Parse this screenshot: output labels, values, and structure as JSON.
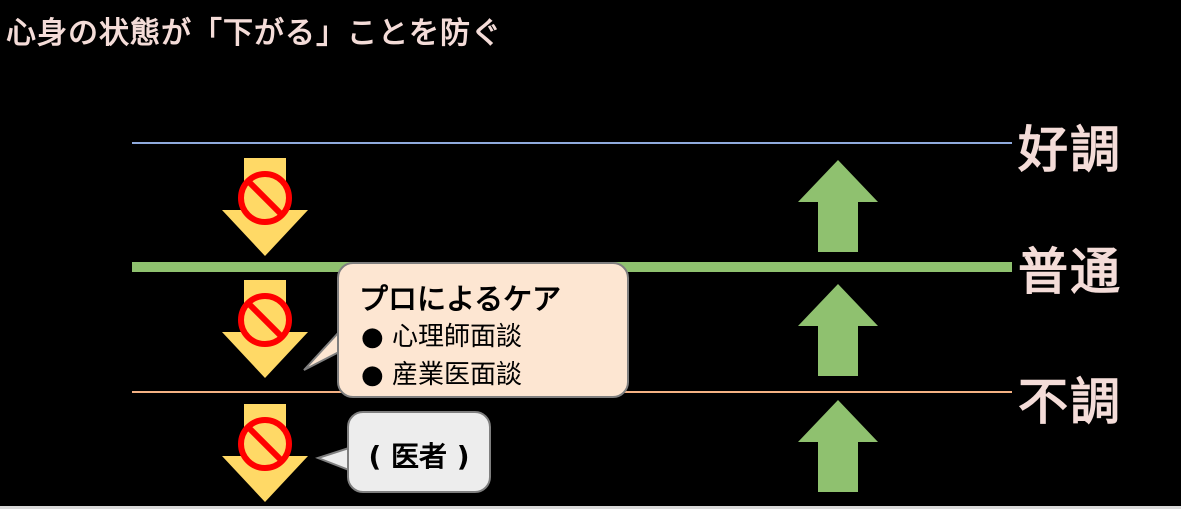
{
  "title": "心身の状態が「下がる」ことを防ぐ",
  "levels": {
    "good": "好調",
    "normal": "普通",
    "bad": "不調"
  },
  "pro_care": {
    "title": "プロによるケア",
    "items": [
      "● 心理師面談",
      "● 産業医面談"
    ]
  },
  "doctor": {
    "label": "( 医者 )"
  },
  "colors": {
    "down_arrow": "#ffd966",
    "up_arrow": "#8fc16f",
    "prohibit": "#ff0000",
    "line_good": "#8faadc",
    "line_normal": "#8fc16f",
    "line_bad": "#f4b183"
  },
  "icons": {
    "down_arrow": "arrow-down-icon",
    "up_arrow": "arrow-up-icon",
    "prohibit": "prohibited-icon"
  }
}
